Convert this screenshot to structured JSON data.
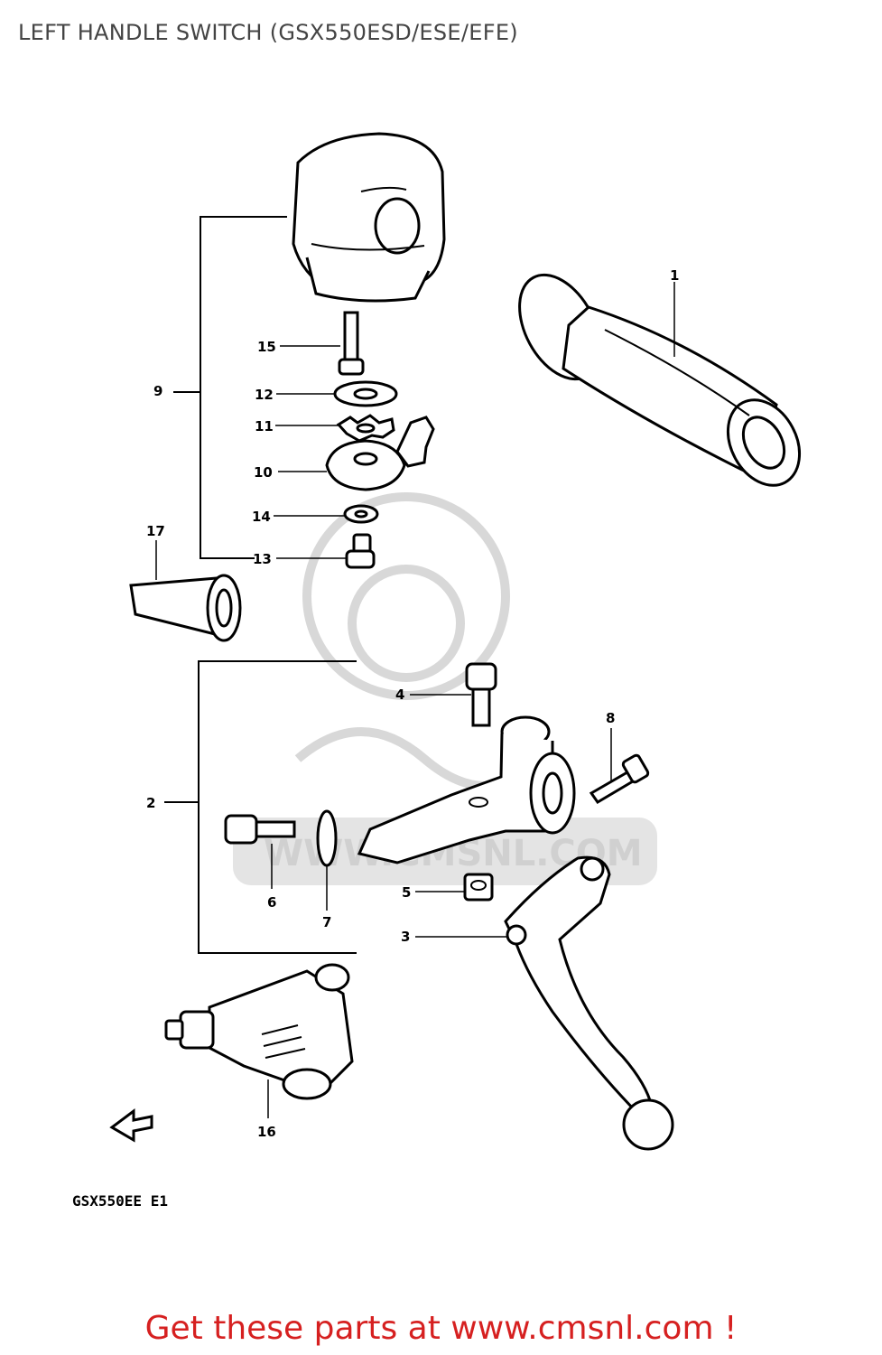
{
  "title": "LEFT HANDLE SWITCH (GSX550ESD/ESE/EFE)",
  "callouts": {
    "c1": "1",
    "c2": "2",
    "c3": "3",
    "c4": "4",
    "c5": "5",
    "c6": "6",
    "c7": "7",
    "c8": "8",
    "c9": "9",
    "c10": "10",
    "c11": "11",
    "c12": "12",
    "c13": "13",
    "c14": "14",
    "c15": "15",
    "c16": "16",
    "c17": "17"
  },
  "diagram_code": "GSX550EE E1",
  "watermark": "WWW.CMSNL.COM",
  "footer": "Get these parts at www.cmsnl.com !"
}
